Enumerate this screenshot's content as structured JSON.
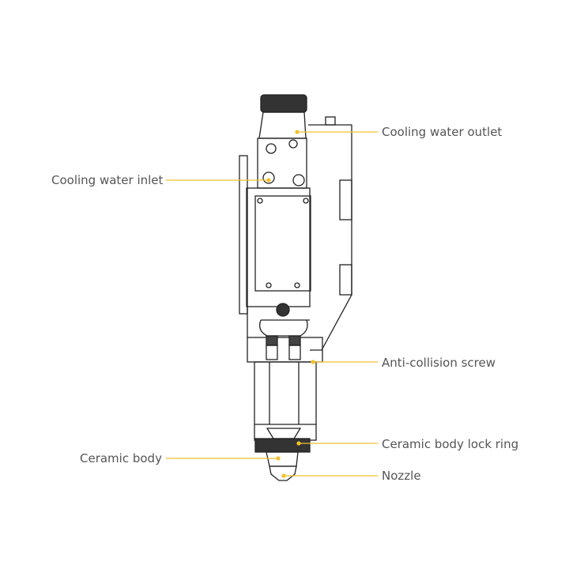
{
  "labels": {
    "cooling_water_outlet": "Cooling water outlet",
    "cooling_water_inlet": "Cooling water inlet",
    "anti_collision_screw": "Anti-collision screw",
    "ceramic_body_lock_ring": "Ceramic body lock ring",
    "ceramic_body": "Ceramic body",
    "nozzle": "Nozzle"
  },
  "colors": {
    "leader": "#f2c12e",
    "outline": "#222222",
    "text": "#555555"
  }
}
